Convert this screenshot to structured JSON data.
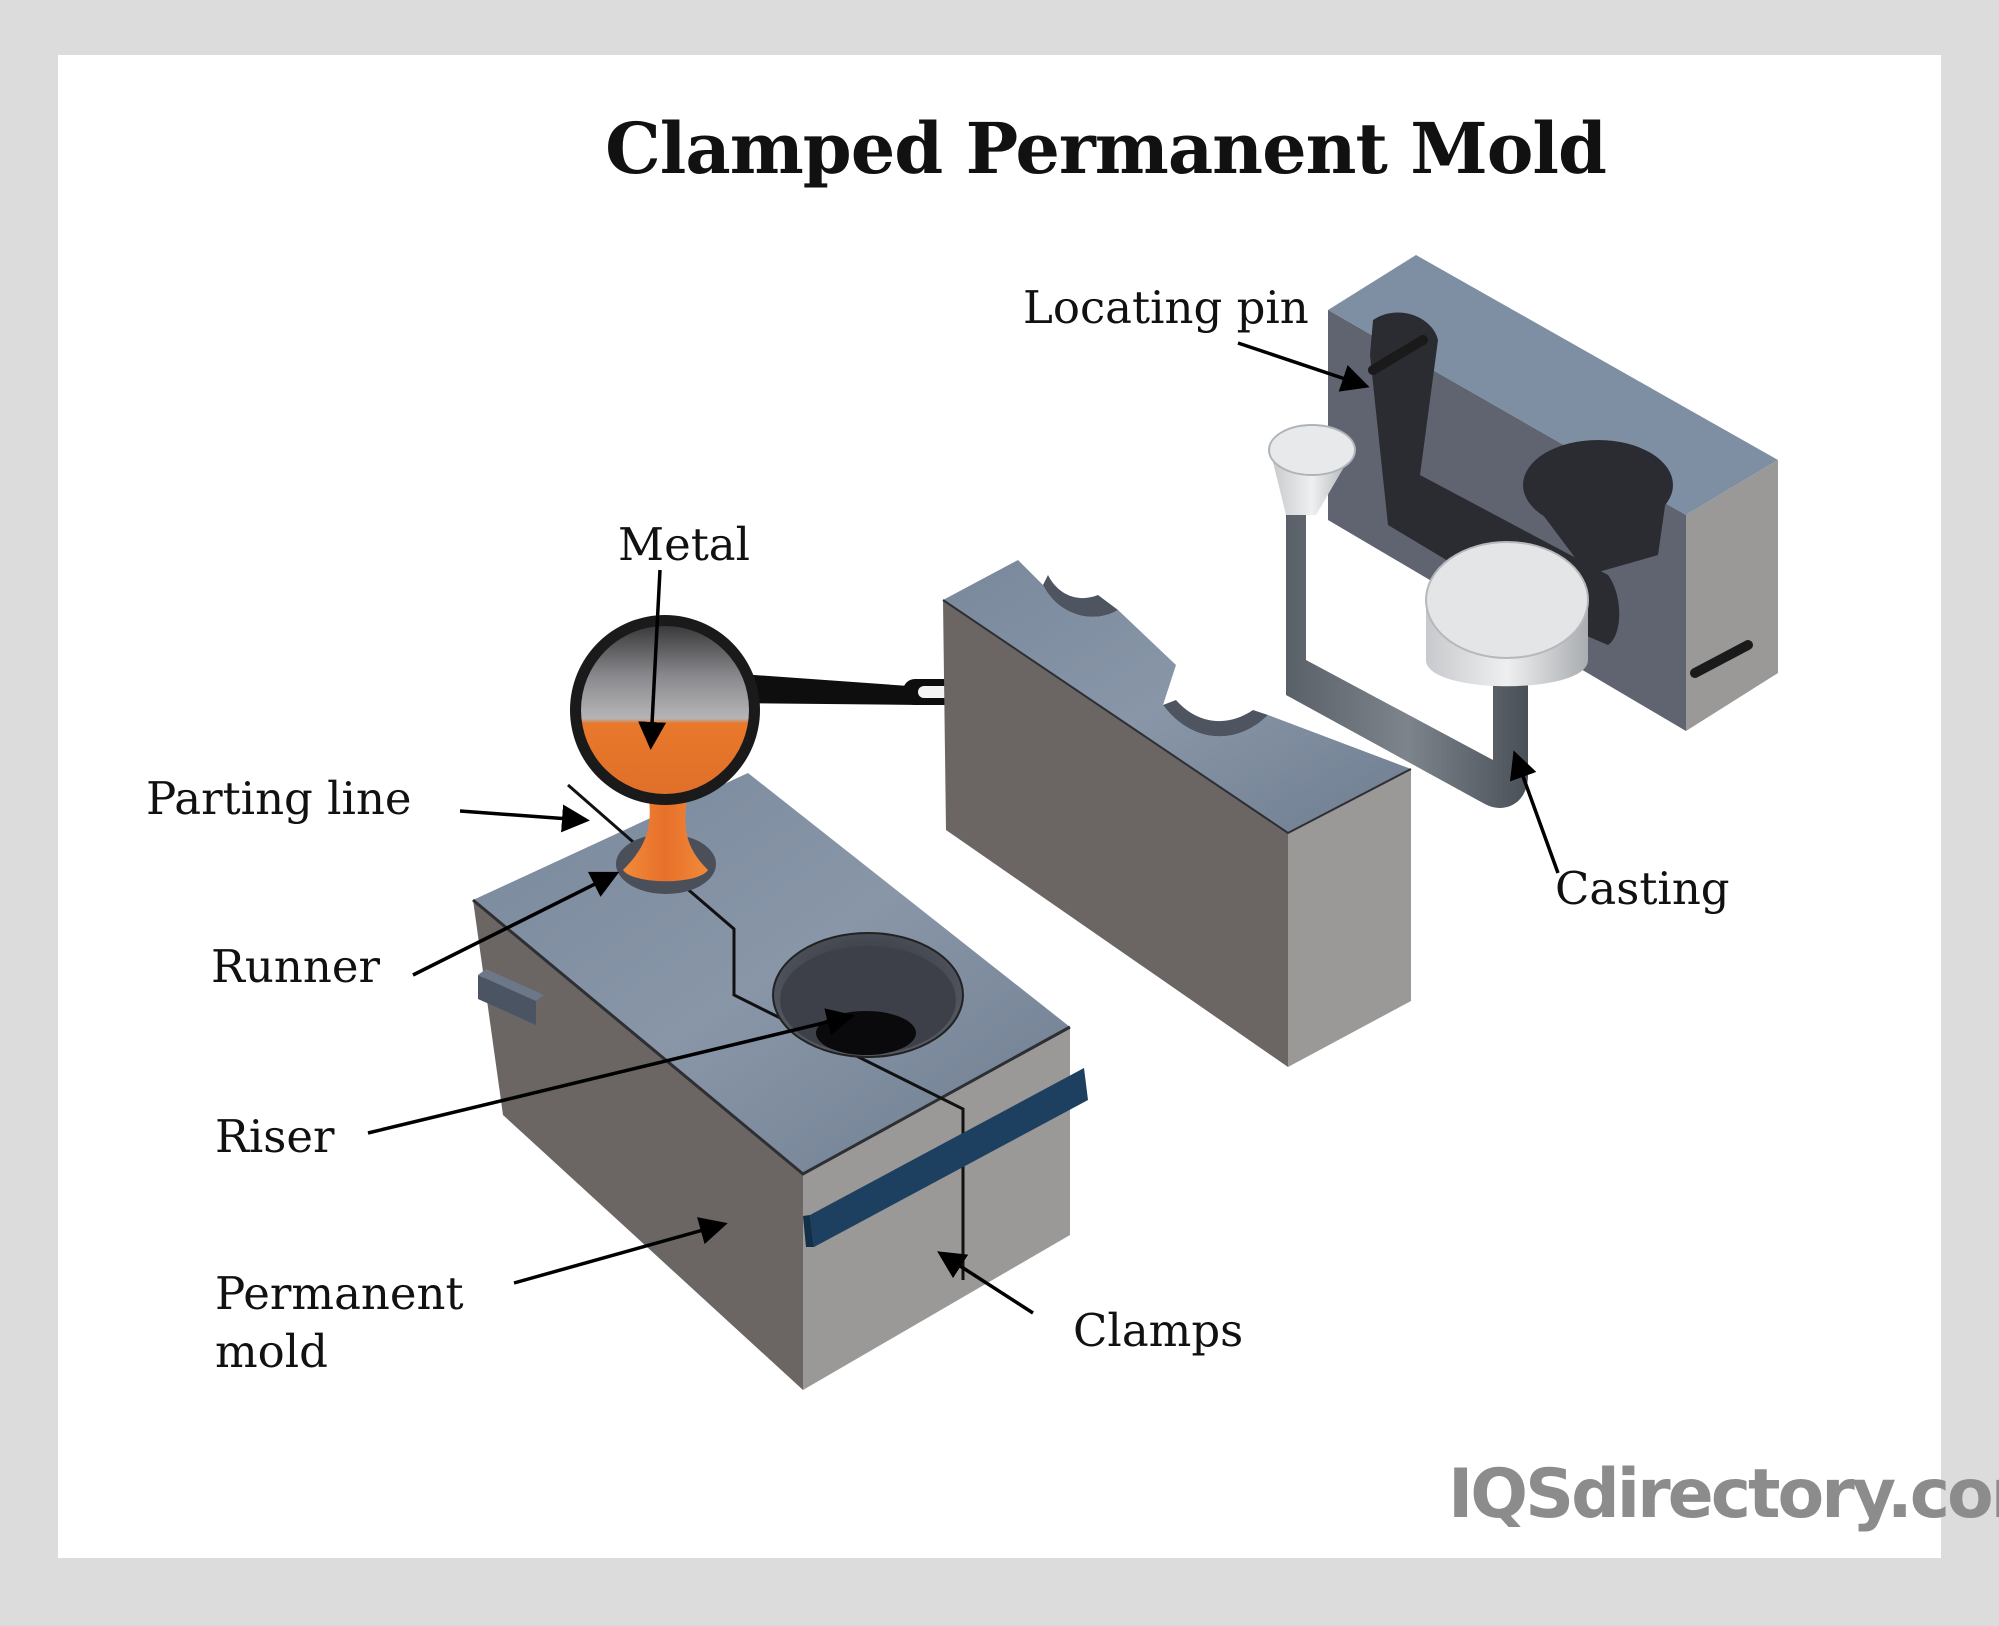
{
  "title": "Clamped Permanent Mold",
  "labels": {
    "locating_pin": "Locating pin",
    "metal": "Metal",
    "parting_line": "Parting line",
    "runner": "Runner",
    "riser": "Riser",
    "permanent_mold_line1": "Permanent",
    "permanent_mold_line2": "mold",
    "clamps": "Clamps",
    "casting": "Casting"
  },
  "watermark": "IQSdirectory.com",
  "colors": {
    "background": "#dcdcdc",
    "panel": "#ffffff",
    "mold_top": "#7f8fa3",
    "mold_side": "#6b6664",
    "mold_front": "#9b9898",
    "clamp": "#1d4060",
    "molten_metal": "#e8782a",
    "arrow": "#000000"
  },
  "icons": {
    "ladle": "ladle-icon",
    "casting": "casting-part-icon"
  }
}
